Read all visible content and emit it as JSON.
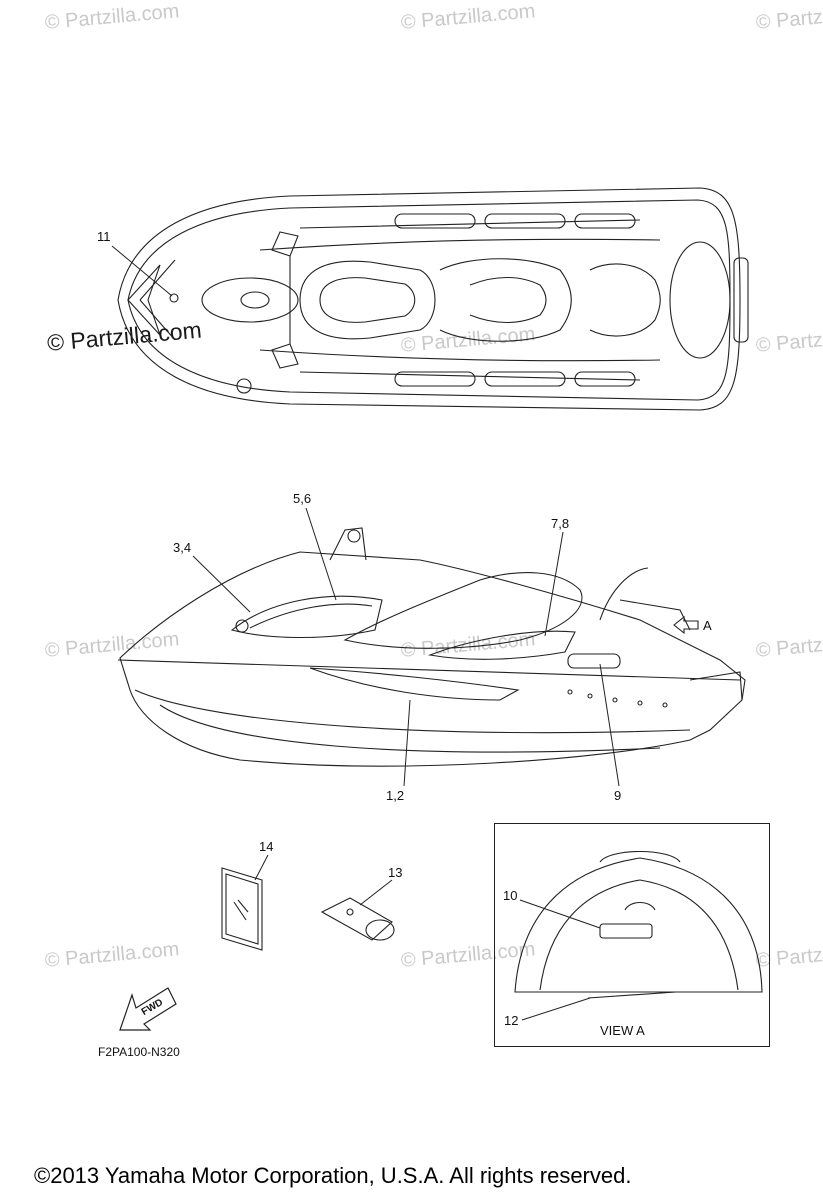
{
  "watermark": "© Partzilla.com",
  "callouts": {
    "c11": "11",
    "c56": "5,6",
    "c34": "3,4",
    "c78": "7,8",
    "cA": "A",
    "c12b": "1,2",
    "c9": "9",
    "c14": "14",
    "c13": "13",
    "c10": "10",
    "c12": "12"
  },
  "view_label": "VIEW A",
  "fwd_label": "FWD",
  "drawing_code": "F2PA100-N320",
  "copyright": "©2013 Yamaha Motor Corporation, U.S.A. All rights reserved."
}
